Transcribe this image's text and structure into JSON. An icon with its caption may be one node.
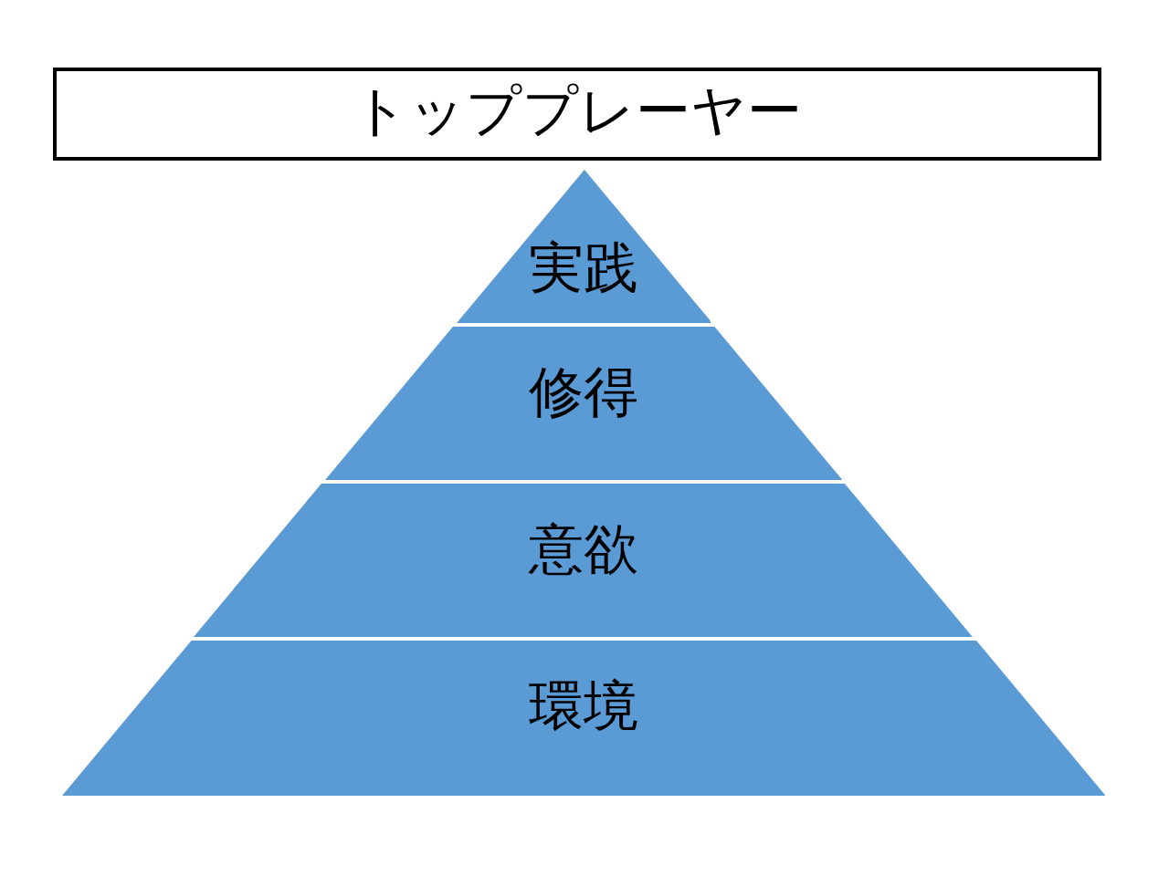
{
  "diagram": {
    "nodes": [
      {
        "text": [
          "トッププレーヤー"
        ]
      },
      {
        "text": [
          "実践"
        ]
      },
      {
        "text": [
          "修得"
        ]
      },
      {
        "text": [
          "意欲"
        ]
      },
      {
        "text": [
          "環境"
        ]
      }
    ]
  }
}
